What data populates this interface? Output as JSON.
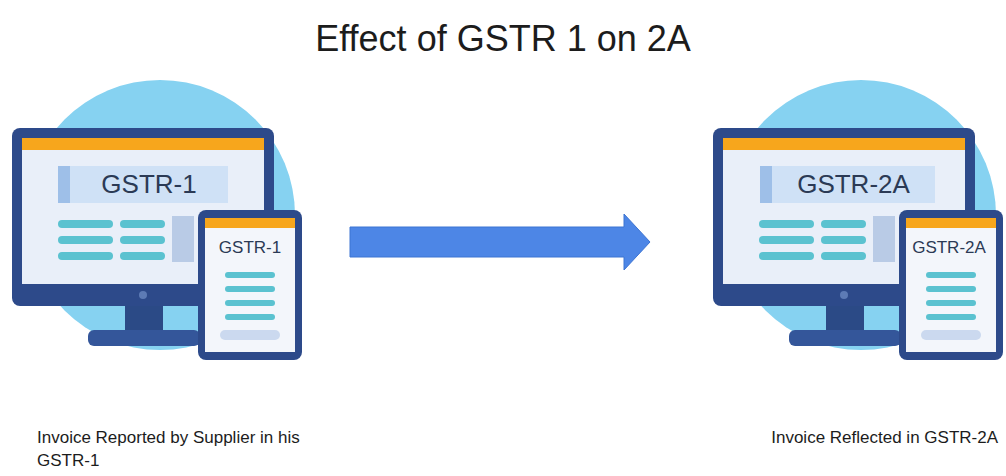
{
  "diagram": {
    "title": "Effect of GSTR 1 on 2A",
    "nodes": [
      {
        "text": [
          "Invoice Reported by Supplier in his GSTR-1"
        ]
      },
      {
        "text": [
          "GSTR-1"
        ],
        "in": 0
      },
      {
        "text": [
          "GSTR-1"
        ],
        "in": 0
      },
      {
        "text": [
          "Invoice Reflected in GSTR-2A"
        ]
      },
      {
        "text": [
          "GSTR-2A"
        ],
        "in": 3
      },
      {
        "text": [
          "GSTR-2A"
        ],
        "in": 3
      }
    ],
    "edges": [
      {
        "from": 0,
        "to": 3,
        "arrow": "to"
      }
    ]
  }
}
